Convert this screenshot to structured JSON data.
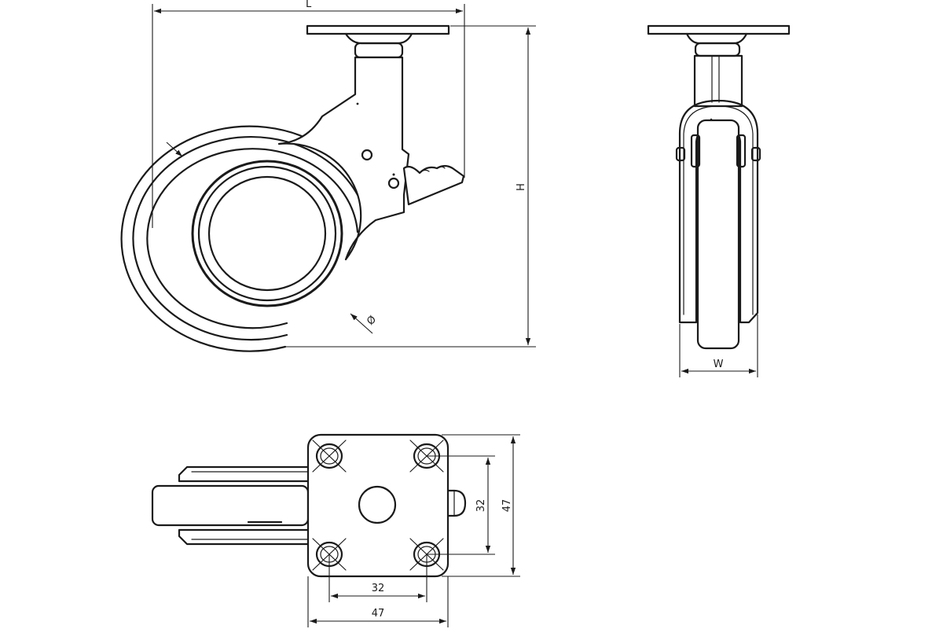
{
  "labels": {
    "length": "L",
    "height": "H",
    "width": "W",
    "diameter": "Ø",
    "hole_spacing_v": "32",
    "plate_v": "47",
    "hole_spacing_h": "32",
    "plate_h": "47"
  }
}
